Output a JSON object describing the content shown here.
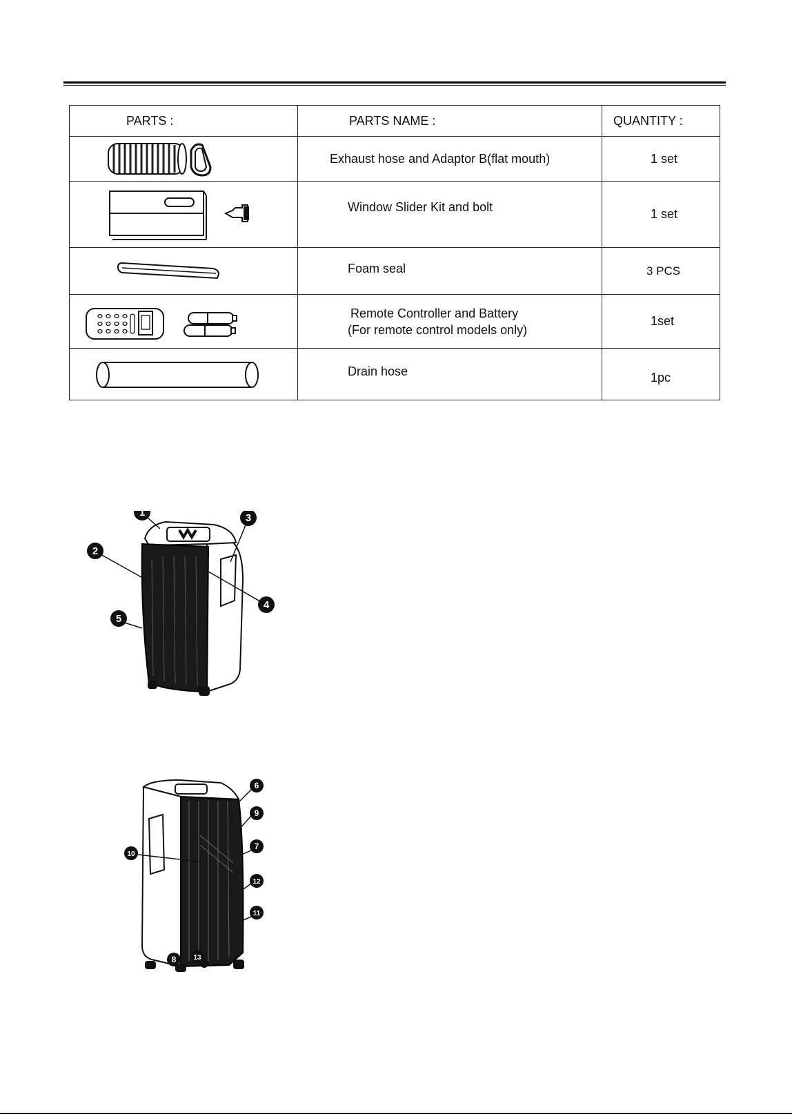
{
  "table": {
    "headers": {
      "parts": "PARTS :",
      "name": "PARTS NAME :",
      "quantity": "QUANTITY :"
    },
    "rows": [
      {
        "part_icon": "hose-adaptor-icon",
        "name": "Exhaust hose and Adaptor B(flat mouth)",
        "quantity": "1 set"
      },
      {
        "part_icon": "window-slider-kit-icon",
        "name": "Window Slider Kit and bolt",
        "quantity": "1 set"
      },
      {
        "part_icon": "foam-seal-icon",
        "name": "Foam seal",
        "quantity": "3 PCS"
      },
      {
        "part_icon": "remote-battery-icon",
        "name": " Remote Controller and Battery",
        "name2": "(For remote control models only)",
        "quantity": "1set"
      },
      {
        "part_icon": "drain-hose-icon",
        "name": "Drain hose",
        "quantity": "1pc"
      }
    ]
  },
  "front_view": {
    "callouts": [
      "1",
      "2",
      "3",
      "4",
      "5"
    ]
  },
  "rear_view": {
    "callouts": [
      "6",
      "9",
      "7",
      "10",
      "12",
      "11",
      "8",
      "13"
    ]
  }
}
